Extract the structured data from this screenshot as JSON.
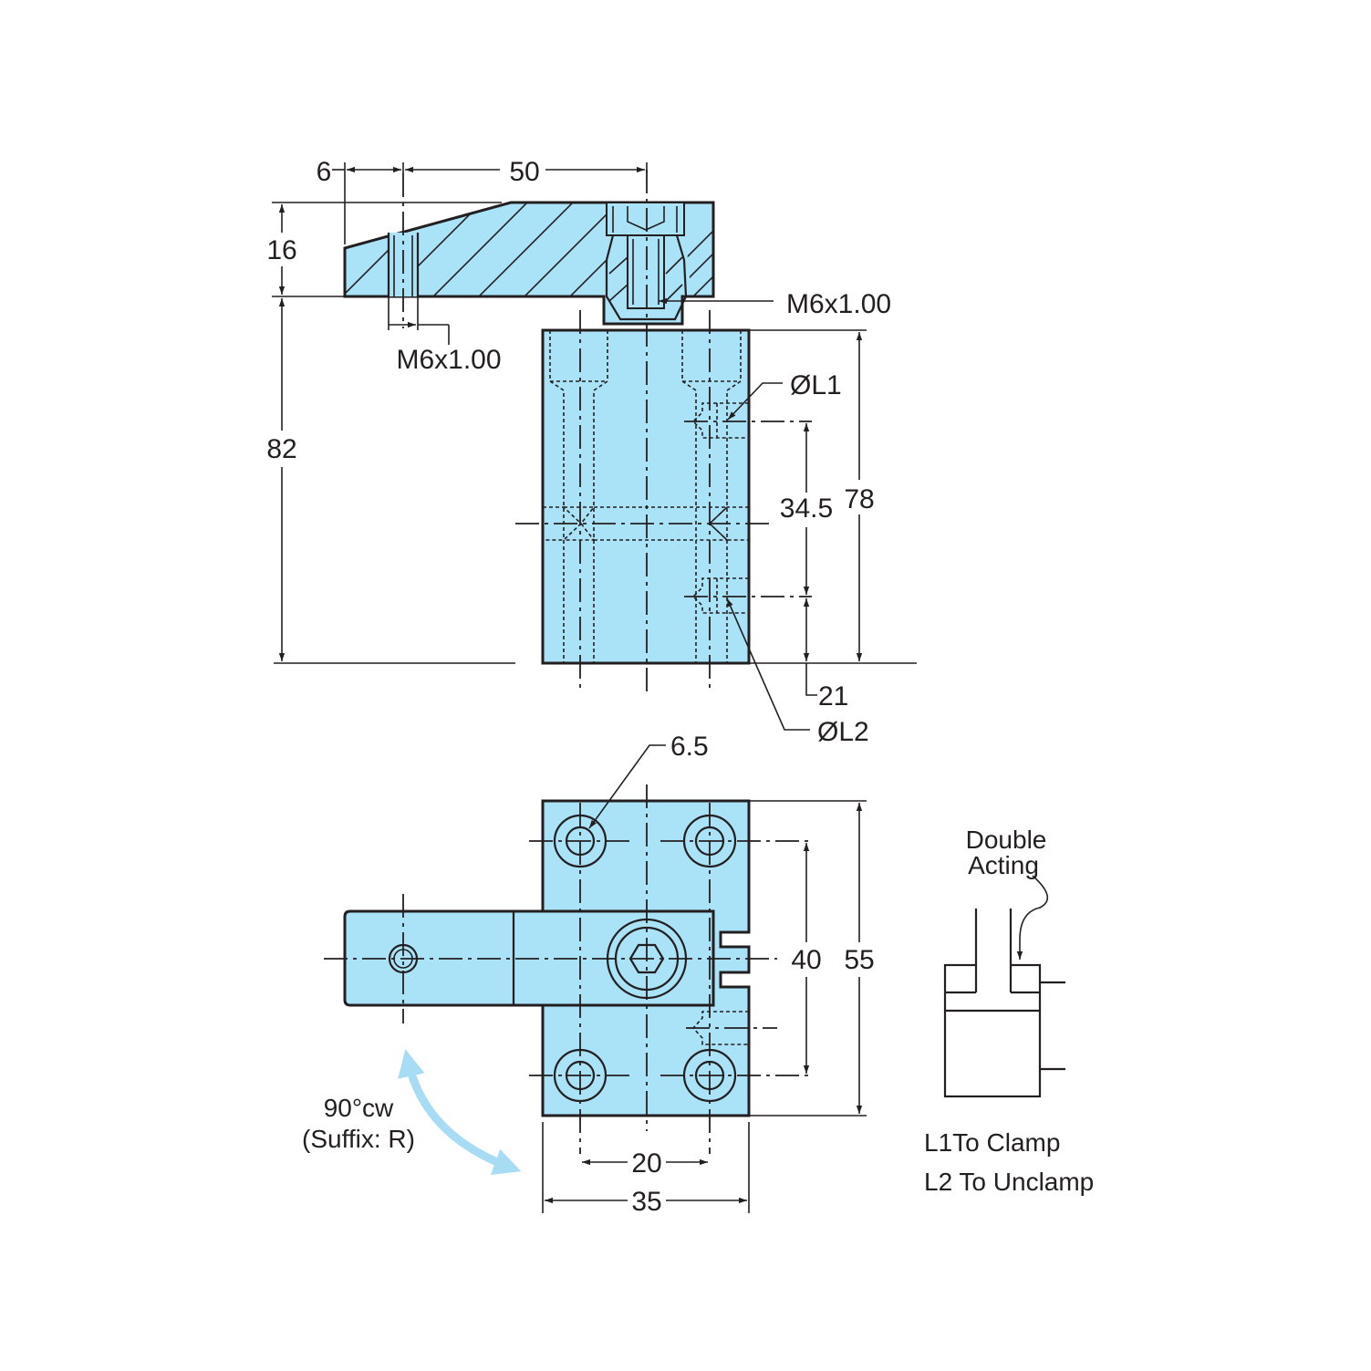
{
  "colors": {
    "body_fill": "#aae2f8",
    "stroke": "#231f20",
    "rotation_arrow": "#a8dcf4"
  },
  "top_view": {
    "dim_arm_offset": "6",
    "dim_arm_length": "50",
    "dim_arm_height": "16",
    "dim_body_height": "82",
    "thread_arm": "M6x1.00",
    "thread_pin": "M6x1.00",
    "port_l1": "ØL1",
    "port_l2": "ØL2",
    "dim_port_spacing": "34.5",
    "dim_body_length": "78",
    "dim_port_offset": "21"
  },
  "plan_view": {
    "dim_hole_dia": "6.5",
    "dim_hole_pitch_y": "40",
    "dim_body_width_y": "55",
    "dim_hole_pitch_x": "20",
    "dim_body_width_x": "35",
    "rotation_line1": "90°cw",
    "rotation_line2": "(Suffix: R)"
  },
  "schematic": {
    "title_line1": "Double",
    "title_line2": "Acting",
    "legend_l1": "L1To Clamp",
    "legend_l2": "L2 To Unclamp"
  }
}
